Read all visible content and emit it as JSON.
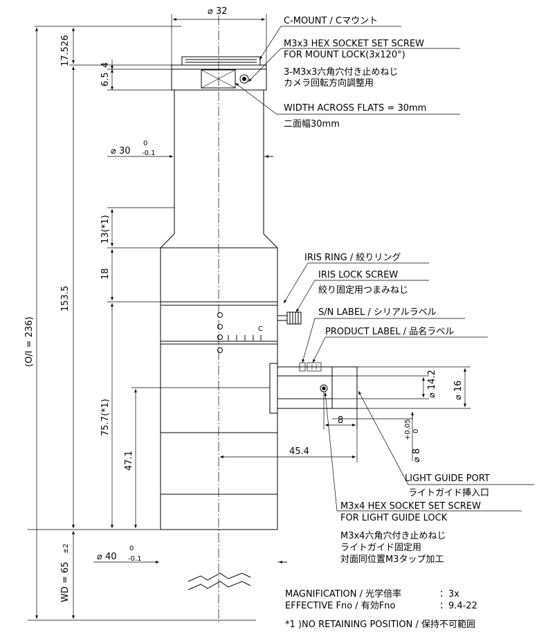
{
  "dimensions": {
    "top_dia": "⌀ 32",
    "d_17526": "17.526",
    "d_4": "4",
    "d_65": "6.5",
    "dia30": "⌀ 30",
    "tol_30_up": "0",
    "tol_30_low": "-0.1",
    "d_13": "13(*1)",
    "d_18": "18",
    "d_1535": "153.5",
    "d_757": "75.7(*1)",
    "d_471": "47.1",
    "d_454": "45.4",
    "d_8": "8",
    "dia142": "⌀ 14.2",
    "dia16": "⌀ 16",
    "dia8": "⌀ 8",
    "tol_8_up": "+0.05",
    "tol_8_low": "0",
    "dia40": "⌀ 40",
    "tol_40_up": "0",
    "tol_40_low": "-0.1",
    "oi": "(O/I = 236)",
    "wd": "WD = 65",
    "wd_tol": "±2"
  },
  "labels": {
    "cmount": "C-MOUNT / Cマウント",
    "m3x3_l1": "M3x3 HEX SOCKET SET SCREW",
    "m3x3_l2": "FOR MOUNT LOCK(3x120°)",
    "m3x3_jp1": "3-M3x3六角穴付き止めねじ",
    "m3x3_jp2": "カメラ回転方向調整用",
    "width_flats": "WIDTH ACROSS FLATS = 30mm",
    "width_flats_jp": "二面幅30mm",
    "iris_ring": "IRIS RING / 絞りリング",
    "iris_lock": "IRIS LOCK SCREW",
    "iris_lock_jp": "絞り固定用つまみねじ",
    "sn_label": "S/N LABEL / シリアルラベル",
    "product_label": "PRODUCT LABEL / 品名ラベル",
    "light_port": "LIGHT GUIDE PORT",
    "light_port_jp": "ライトガイド挿入口",
    "m3x4_l1": "M3x4 HEX SOCKET SET SCREW",
    "m3x4_l2": "FOR LIGHT GUIDE LOCK",
    "m3x4_jp1": "M3x4六角穴付き止めねじ",
    "m3x4_jp2": "ライトガイド固定用",
    "m3x4_jp3": "対面同位置M3タップ加工",
    "iris_c": "C"
  },
  "specs": {
    "mag_label": "MAGNIFICATION / 光学倍率",
    "mag_value": "：3x",
    "fno_label": "EFFECTIVE Fno / 有効Fno",
    "fno_value": "：9.4-22",
    "note": "*1 )NO RETAINING POSITION / 保持不可範囲"
  }
}
